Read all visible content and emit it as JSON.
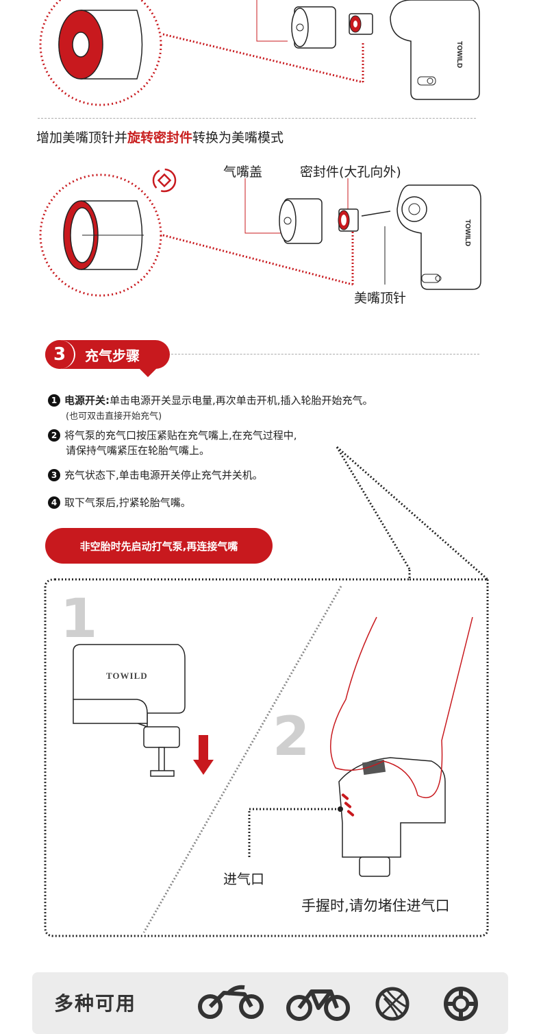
{
  "mode_section": {
    "caption_prefix": "增加美嘴顶针并",
    "caption_highlight": "旋转密封件",
    "caption_suffix": "转换为美嘴模式",
    "label_cap": "气嘴盖",
    "label_seal": "密封件(大孔向外)",
    "label_pin": "美嘴顶针"
  },
  "brand": {
    "logo_text": "TOWILD"
  },
  "steps_section": {
    "badge_number": "3",
    "badge_title": "充气步骤",
    "steps": [
      {
        "num": "1",
        "bold": "电源开关:",
        "text": "单击电源开关显示电量,再次单击开机,插入轮胎开始充气。",
        "note": "(也可双击直接开始充气)"
      },
      {
        "num": "2",
        "bold": "",
        "text": "将气泵的充气口按压紧贴在充气嘴上,在充气过程中,",
        "note": "请保持气嘴紧压在轮胎气嘴上。"
      },
      {
        "num": "3",
        "bold": "",
        "text": "充气状态下,单击电源开关停止充气并关机。",
        "note": ""
      },
      {
        "num": "4",
        "bold": "",
        "text": "取下气泵后,拧紧轮胎气嘴。",
        "note": ""
      }
    ],
    "tip_label": "非空胎时先启动打气泵,再连接气嘴"
  },
  "illustration": {
    "step_one": "1",
    "step_two": "2",
    "label_inlet": "进气口",
    "label_hold": "手握时,请勿堵住进气口"
  },
  "footer": {
    "title": "多种可用",
    "icons": [
      "motorcycle-icon",
      "bicycle-icon",
      "basketball-icon",
      "swim-ring-icon"
    ]
  },
  "colors": {
    "accent": "#c8191e",
    "dark": "#222222"
  }
}
